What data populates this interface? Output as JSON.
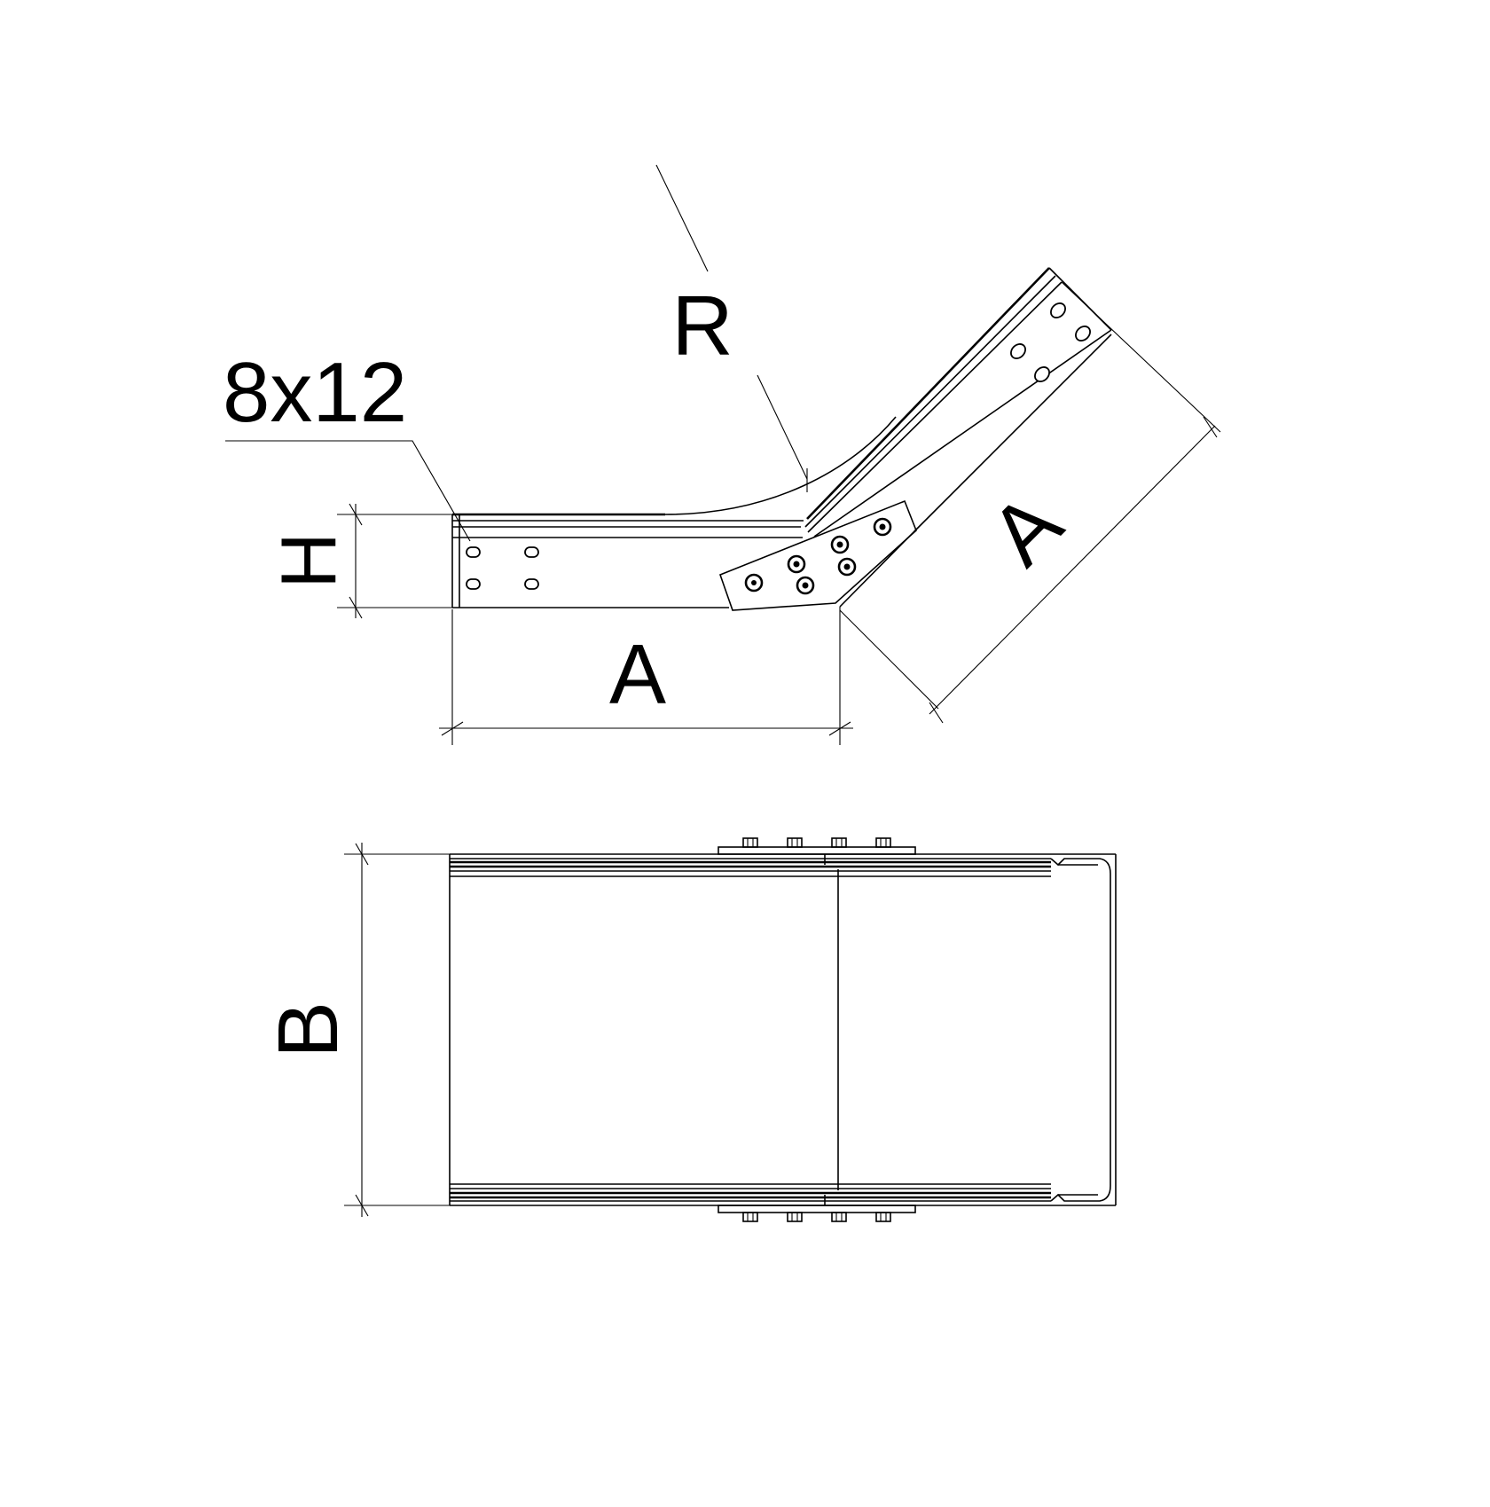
{
  "labels": {
    "radius": "R",
    "hole_size": "8x12",
    "height": "H",
    "length_straight": "A",
    "length_angled": "A",
    "width": "B"
  },
  "colors": {
    "line": "#000000",
    "background": "#ffffff"
  }
}
